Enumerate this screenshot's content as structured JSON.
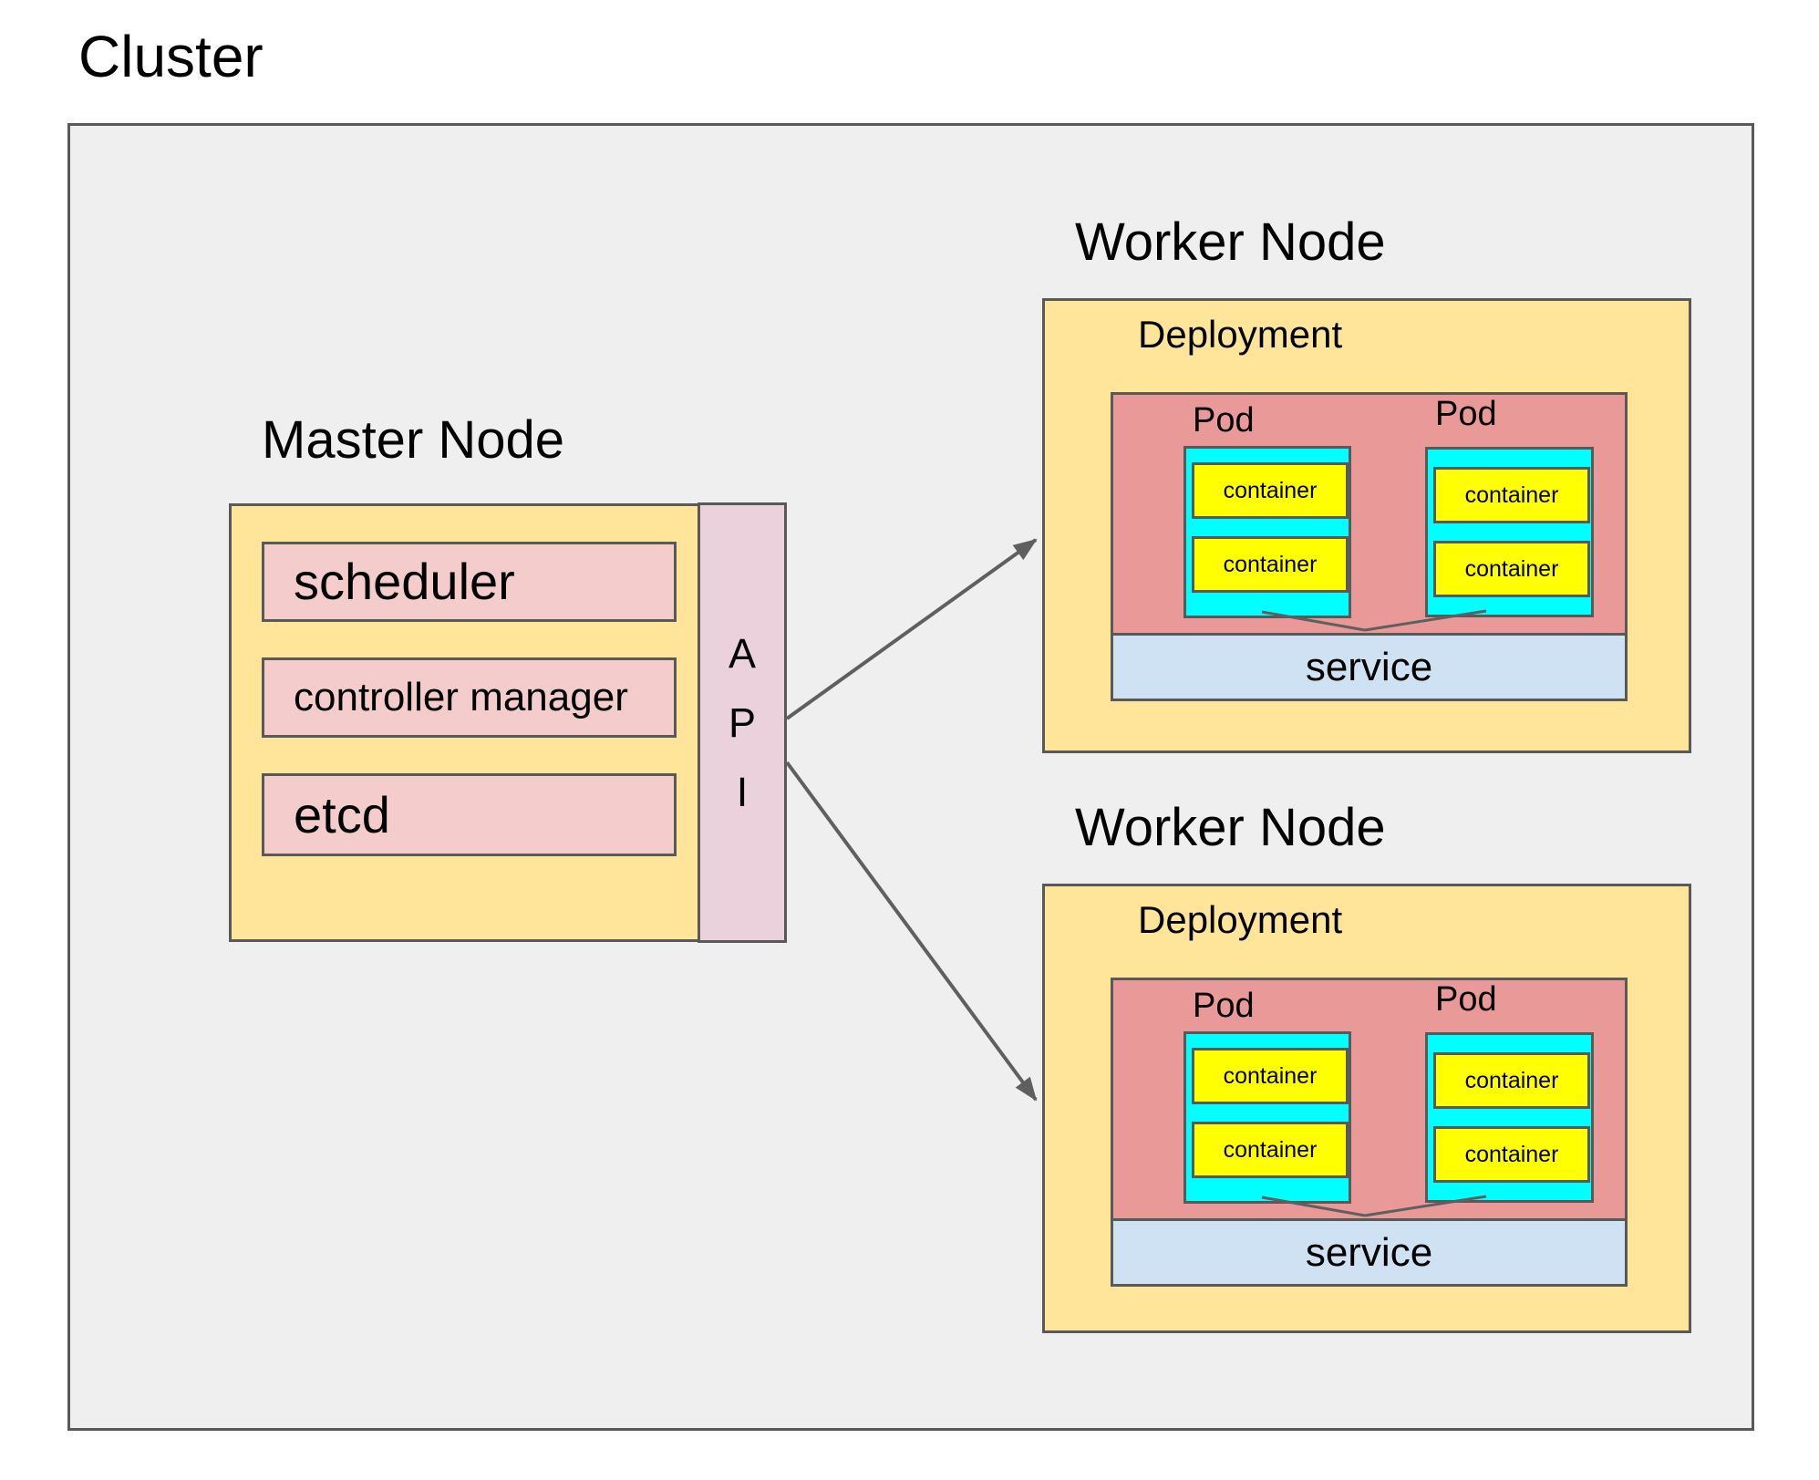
{
  "cluster": {
    "title": "Cluster"
  },
  "master": {
    "title": "Master Node",
    "components": [
      {
        "label": "scheduler"
      },
      {
        "label": "controller manager"
      },
      {
        "label": "etcd"
      }
    ],
    "api": {
      "label": "A\nP\nI"
    }
  },
  "workers": [
    {
      "title": "Worker Node",
      "deployment": "Deployment",
      "service": "service",
      "pods": [
        {
          "label": "Pod",
          "containers": [
            "container",
            "container"
          ]
        },
        {
          "label": "Pod",
          "containers": [
            "container",
            "container"
          ]
        }
      ]
    },
    {
      "title": "Worker Node",
      "deployment": "Deployment",
      "service": "service",
      "pods": [
        {
          "label": "Pod",
          "containers": [
            "container",
            "container"
          ]
        },
        {
          "label": "Pod",
          "containers": [
            "container",
            "container"
          ]
        }
      ]
    }
  ],
  "colors": {
    "page_bg": "#ffffff",
    "cluster_bg": "#efefef",
    "node_bg": "#ffe599",
    "master_component_bg": "#f4cccc",
    "api_bg": "#ead1dc",
    "pod_area_bg": "#ea9999",
    "pod_bg": "#00ffff",
    "container_bg": "#ffff00",
    "service_bg": "#cfe2f3",
    "border": "#595959",
    "line": "#5f5f5f"
  }
}
